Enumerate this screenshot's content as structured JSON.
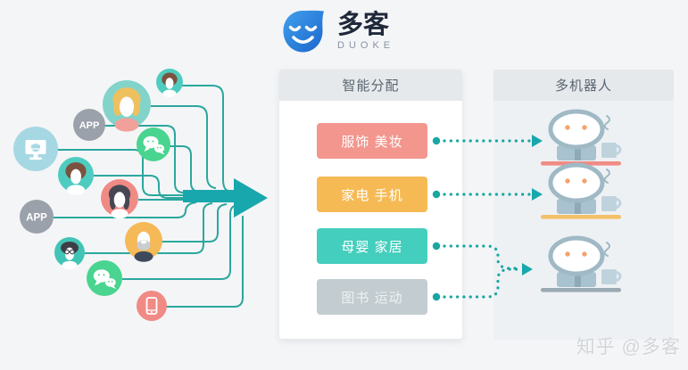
{
  "logo": {
    "title": "多客",
    "subtitle": "DUOKE"
  },
  "assign_panel": {
    "header": "智能分配",
    "categories": [
      {
        "label": "服饰 美妆",
        "color": "#F2968E"
      },
      {
        "label": "家电 手机",
        "color": "#F6BA55"
      },
      {
        "label": "母婴 家居",
        "color": "#43CEBD"
      },
      {
        "label": "图书 运动",
        "color": "#C3CCD0"
      }
    ]
  },
  "robot_panel": {
    "header": "多机器人",
    "robots": [
      {
        "desk_color": "#F08C84"
      },
      {
        "desk_color": "#F3C06A"
      },
      {
        "desk_color": "#9AAAB4"
      }
    ]
  },
  "sources": {
    "app_label": "APP",
    "icon_names": [
      "user-icon",
      "app-icon",
      "desktop-icon",
      "wechat-icon",
      "smartphone-icon"
    ]
  },
  "watermark": "知乎 @多客",
  "colors": {
    "connector_line": "#2BA79E",
    "arrow": "#18A7AC",
    "flow_dots": "#18A7A3",
    "panel_header_bg": "#E6E9EC",
    "logo_blue_start": "#41A0EC",
    "logo_blue_end": "#1A66CC"
  }
}
